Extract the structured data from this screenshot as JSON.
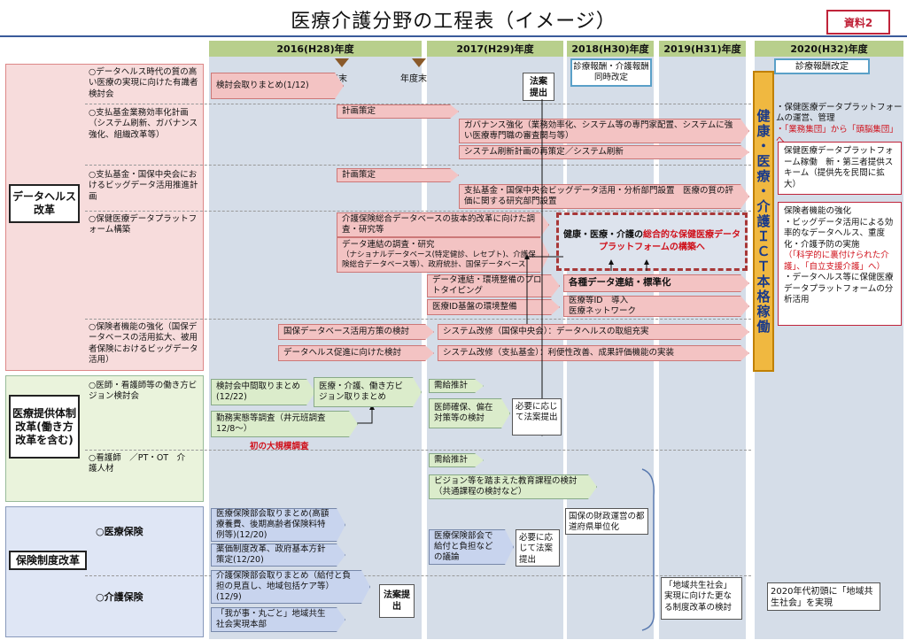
{
  "header": {
    "title": "医療介護分野の工程表（イメージ）",
    "doc_label": "資料2"
  },
  "years": [
    "2016(H28)年度",
    "2017(H29)年度",
    "2018(H30)年度",
    "2019(H31)年度",
    "2020(H32)年度"
  ],
  "milestones": {
    "nenmatsu": "年末",
    "nendomatsu": "年度末"
  },
  "top_boxes": {
    "shinryo_douji": "診療報酬・介護報酬同時改定",
    "shinryo_kaitei": "診療報酬改定",
    "houan_1": "法案提出"
  },
  "sections": {
    "data_health": "データヘルス改革",
    "iryou_teikyou": "医療提供体制改革(働き方改革を含む)",
    "hoken_seido": "保険制度改革"
  },
  "sublabels": {
    "dh1": "○データヘルス時代の質の高い医療の実現に向けた有識者検討会",
    "dh2": "○支払基金業務効率化計画（システム刷新、ガバナンス強化、組織改革等）",
    "dh3": "○支払基金・国保中央会におけるビッグデータ活用推進計画",
    "dh4": "○保健医療データプラットフォーム構築",
    "dh5": "○保険者機能の強化（国保データベースの活用拡大、被用者保険におけるビッグデータ活用）",
    "ip1": "○医師・看護師等の働き方ビジョン検討会",
    "ip2": "○看護師　／PT・OT　介護人材",
    "hs1": "○医療保険",
    "hs2": "○介護保険"
  },
  "items": {
    "kentoukai": "検討会取りまとめ(1/12)",
    "keikaku1": "計画策定",
    "governance": "ガバナンス強化（業務効率化、システム等の専門家配置、システムに強い医療専門職の審査関与等）",
    "system_saku": "システム刷新計画の再策定／システム刷新",
    "keikaku2": "計画策定",
    "shiharai_bd": "支払基金・国保中央会ビッグデータ活用・分析部門設置　医療の質の評価に関する研究部門設置",
    "kaigo_db": "介護保険総合データベースの抜本的改革に向けた調査・研究等",
    "data_renketsu": "データ連結の調査・研究",
    "data_renketsu_sub": "（ナショナルデータベース(特定健診、レセプト)、介護保険総合データベース等）、政府統計、国保データベース",
    "platform_a": "健康・医療・介護の",
    "platform_b": "総合的な保健医療データプラットフォームの構築へ",
    "proto": "データ連結・環境整備のプロトタイピング",
    "kakushu": "各種データ連結・標準化",
    "iryou_id": "医療ID基盤の環境整備",
    "iryou_id2": "医療等ID　導入",
    "iryou_nw": "医療ネットワーク",
    "kokuho_db": "国保データベース活用方策の検討",
    "system_kaishu1": "システム改修（国保中央会）：データヘルスの取組充実",
    "dh_sokushin": "データヘルス促進に向けた検討",
    "system_kaishu2": "システム改修（支払基金）：利便性改善、成果評価機能の実装",
    "ict": "健康・医療・介護ＩＣＴ本格稼働",
    "r1_a": "・保健医療データプラットフォームの運営、管理",
    "r1_b": "・「業務集団」から「頭脳集団」へ",
    "r2": "保健医療データプラットフォーム稼働　新・第三者提供スキーム（提供先を民間に拡大）",
    "r3_a": "保険者機能の強化",
    "r3_b": "・ビッグデータ活用による効率的なデータヘルス、重度化・介護予防の実施",
    "r3_c": "（「科学的に裏付けられた介護」、「自立支援介護」へ）",
    "r3_d": "・データヘルス等に保健医療データプラットフォームの分析活用",
    "kentoukai_chukan": "検討会中間取りまとめ(12/22)",
    "vision": "医療・介護、働き方ビジョン取りまとめ",
    "kinmu": "勤務実態等調査（井元班調査　12/8～）",
    "hatsu": "初の大規模調査",
    "jukyu1": "需給推計",
    "ishi_kakuho": "医師確保、偏在対策等の検討",
    "hitsuyou1": "必要に応じて法案提出",
    "jukyu2": "需給推計",
    "vision_kyouiku": "ビジョン等を踏まえた教育課程の検討（共通課程の検討など）",
    "iryou_bukai": "医療保険部会取りまとめ(高額療養費、後期高齢者保険料特例等)(12/20)",
    "yakka": "薬価制度改革、政府基本方針策定(12/20)",
    "kokuho_zaisei": "国保の財政運営の都道府県単位化",
    "iryou_bukai2": "医療保険部会で給付と負担などの議論",
    "hitsuyou2": "必要に応じて法案提出",
    "kaigo_bukai": "介護保険部会取りまとめ（給付と負担の見直し、地域包括ケア等）(12/9)",
    "houan_2": "法案提出",
    "wagakoto": "「我が事・丸ごと」地域共生社会実現本部",
    "chiiki_kentou": "「地域共生社会」実現に向けた更なる制度改革の検討",
    "chiiki_2020": "2020年代初頭に「地域共生社会」を実現"
  }
}
